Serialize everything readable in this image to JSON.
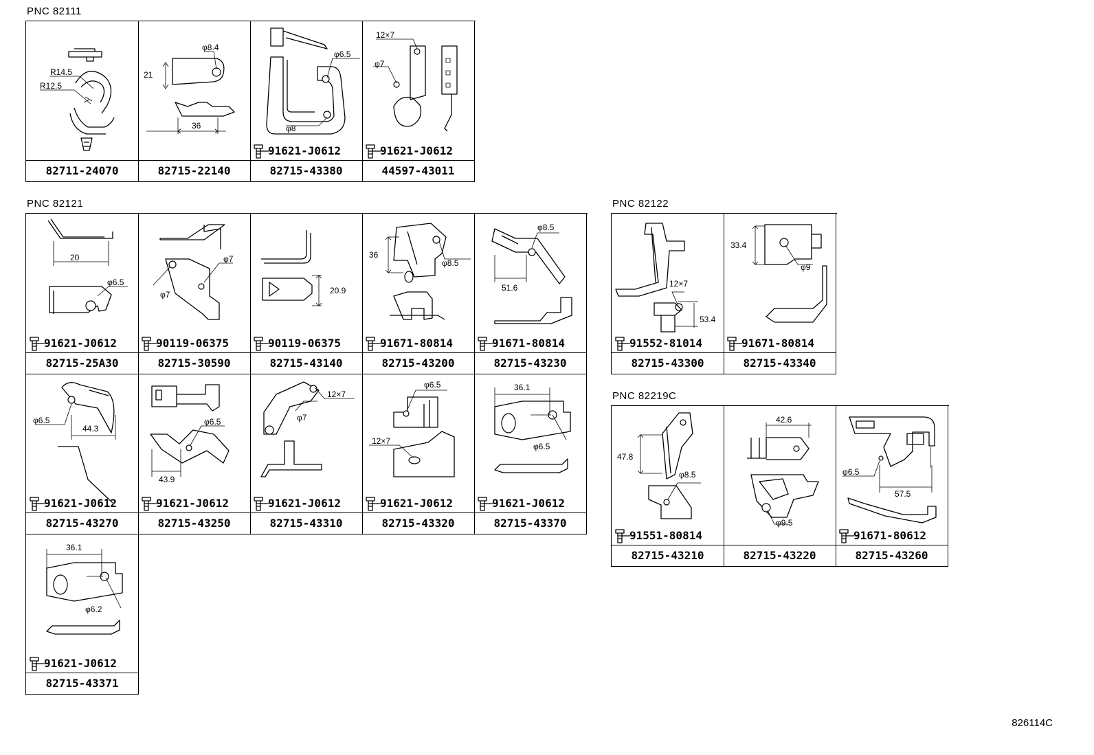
{
  "groups": [
    {
      "label": "PNC 82111",
      "cells": [
        {
          "part": "82711-24070",
          "bolt": "",
          "dims": [
            "R14.5",
            "R12.5"
          ]
        },
        {
          "part": "82715-22140",
          "bolt": "",
          "dims": [
            "φ8.4",
            "21",
            "36"
          ]
        },
        {
          "part": "82715-43380",
          "bolt": "91621-J0612",
          "dims": [
            "φ6.5",
            "φ8"
          ]
        },
        {
          "part": "44597-43011",
          "bolt": "91621-J0612",
          "dims": [
            "12×7",
            "φ7"
          ]
        }
      ]
    },
    {
      "label": "PNC 82121",
      "cells": [
        {
          "part": "82715-25A30",
          "bolt": "91621-J0612",
          "dims": [
            "20",
            "φ6.5"
          ]
        },
        {
          "part": "82715-30590",
          "bolt": "90119-06375",
          "dims": [
            "φ7",
            "φ7"
          ]
        },
        {
          "part": "82715-43140",
          "bolt": "90119-06375",
          "dims": [
            "20.9"
          ]
        },
        {
          "part": "82715-43200",
          "bolt": "91671-80814",
          "dims": [
            "36",
            "φ8.5"
          ]
        },
        {
          "part": "82715-43230",
          "bolt": "91671-80814",
          "dims": [
            "φ8.5",
            "51.6"
          ]
        },
        {
          "part": "82715-43270",
          "bolt": "91621-J0612",
          "dims": [
            "φ6.5",
            "44.3"
          ]
        },
        {
          "part": "82715-43250",
          "bolt": "91621-J0612",
          "dims": [
            "φ6.5",
            "43.9"
          ]
        },
        {
          "part": "82715-43310",
          "bolt": "91621-J0612",
          "dims": [
            "12×7",
            "φ7"
          ]
        },
        {
          "part": "82715-43320",
          "bolt": "91621-J0612",
          "dims": [
            "φ6.5",
            "12×7"
          ]
        },
        {
          "part": "82715-43370",
          "bolt": "91621-J0612",
          "dims": [
            "36.1",
            "φ6.5"
          ]
        },
        {
          "part": "82715-43371",
          "bolt": "91621-J0612",
          "dims": [
            "36.1",
            "φ6.2"
          ]
        }
      ]
    },
    {
      "label": "PNC 82122",
      "cells": [
        {
          "part": "82715-43300",
          "bolt": "91552-81014",
          "dims": [
            "12×7",
            "53.4"
          ]
        },
        {
          "part": "82715-43340",
          "bolt": "91671-80814",
          "dims": [
            "33.4",
            "φ9"
          ]
        }
      ]
    },
    {
      "label": "PNC 82219C",
      "cells": [
        {
          "part": "82715-43210",
          "bolt": "91551-80814",
          "dims": [
            "47.8",
            "φ8.5"
          ]
        },
        {
          "part": "82715-43220",
          "bolt": "",
          "dims": [
            "42.6",
            "φ9.5"
          ]
        },
        {
          "part": "82715-43260",
          "bolt": "91671-80612",
          "dims": [
            "φ6.5",
            "57.5"
          ]
        }
      ]
    }
  ],
  "illustration_code": "826114C"
}
